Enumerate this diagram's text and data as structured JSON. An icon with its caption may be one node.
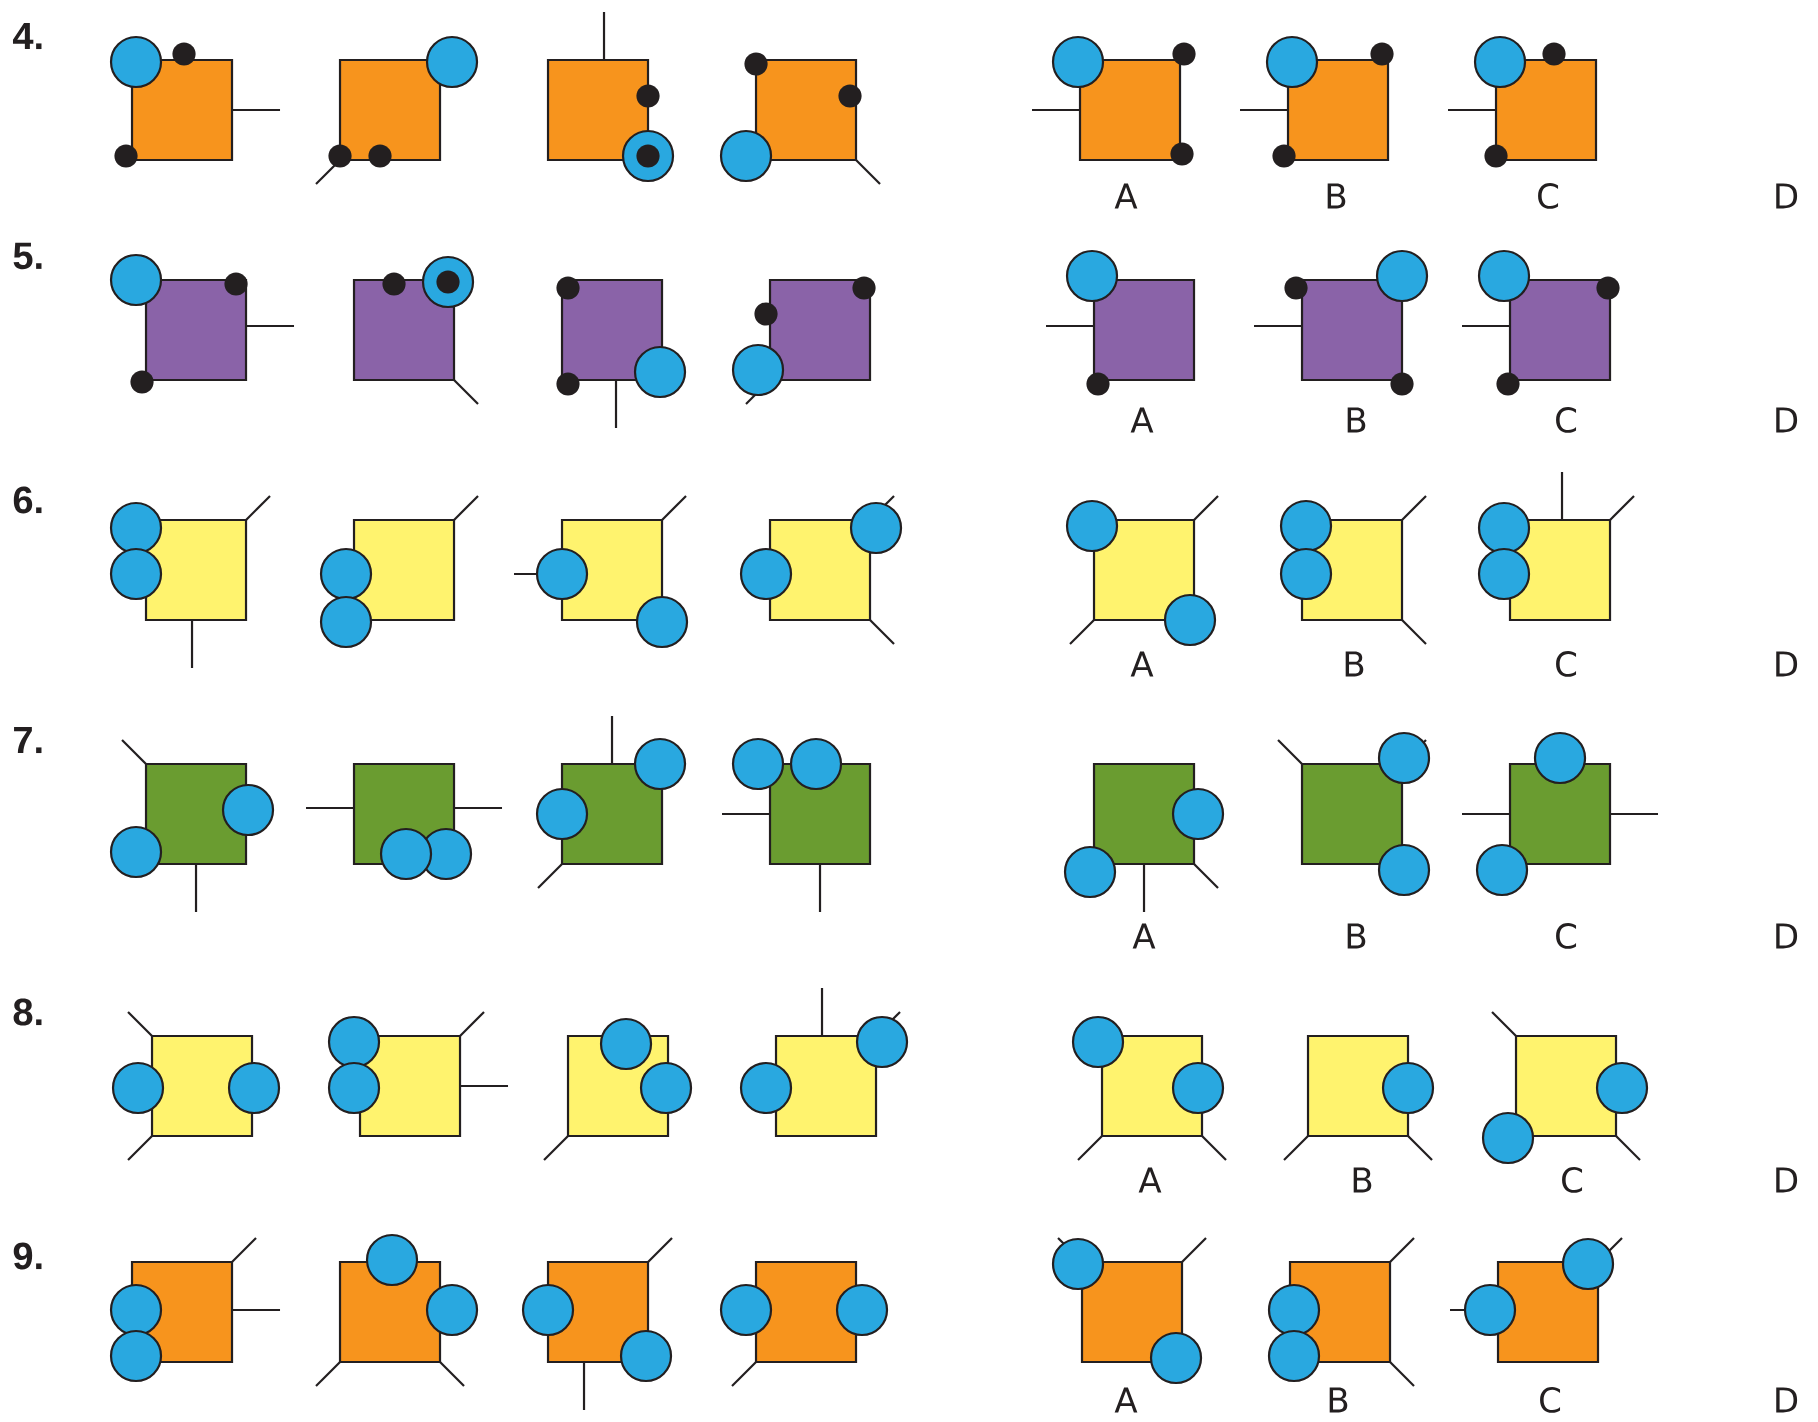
{
  "diagram": {
    "labels": [
      "4.",
      "A",
      "B",
      "C",
      "D",
      "5.",
      "A",
      "B",
      "C",
      "D",
      "6.",
      "A",
      "B",
      "C",
      "D",
      "7.",
      "A",
      "B",
      "C",
      "D",
      "8.",
      "A",
      "B",
      "C",
      "D",
      "9.",
      "A",
      "B",
      "C",
      "D"
    ]
  }
}
